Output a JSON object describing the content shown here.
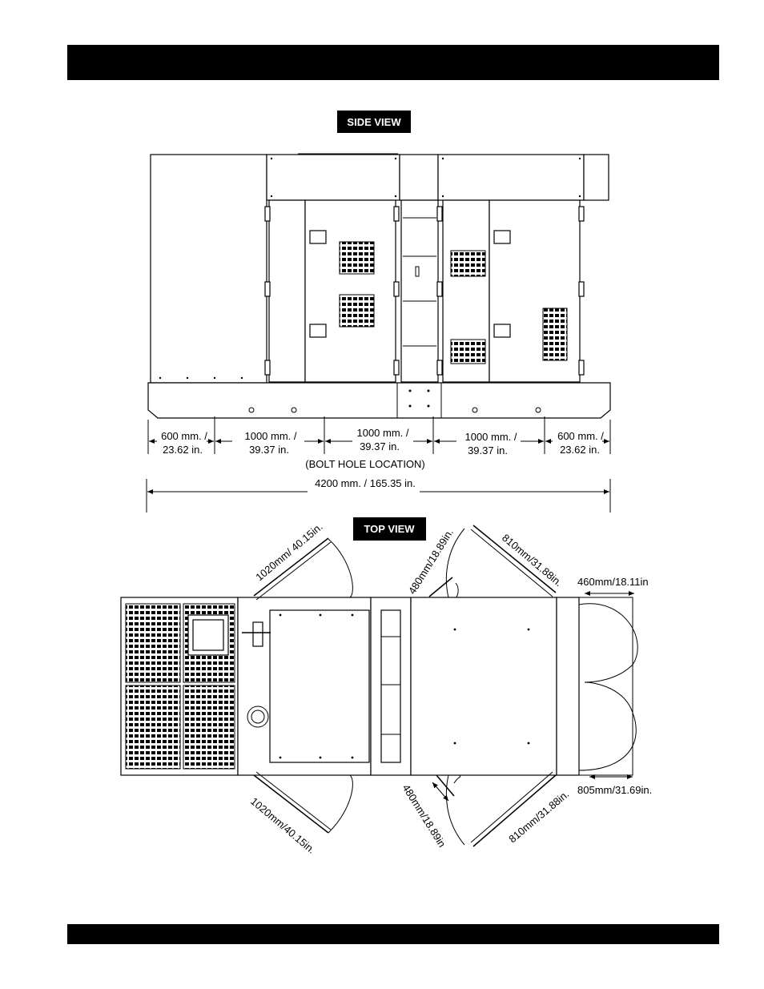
{
  "labels": {
    "side_view": "SIDE VIEW",
    "top_view": "TOP VIEW"
  },
  "side_dims": {
    "d1a": "600 mm. /",
    "d1b": "23.62 in.",
    "d2a": "1000 mm. /",
    "d2b": "39.37 in.",
    "d3a": "1000 mm. /",
    "d3b": "39.37 in.",
    "d4a": "1000 mm. /",
    "d4b": "39.37 in.",
    "d5a": "600 mm. /",
    "d5b": "23.62 in.",
    "bolt": "(BOLT HOLE LOCATION)",
    "total": "4200 mm. / 165.35 in."
  },
  "top_dims": {
    "door_left_top": "1020mm/ 40.15in.",
    "door_left_bottom": "1020mm/40.15in.",
    "door_mid_top": "480mm/18.89in.",
    "door_mid_bottom": "480mm/18.89in",
    "door_right_top": "810mm/31.88in.",
    "door_right_bottom": "810mm/31.88in.",
    "rear_top": "460mm/18.11in",
    "rear_bottom": "805mm/31.69in."
  }
}
